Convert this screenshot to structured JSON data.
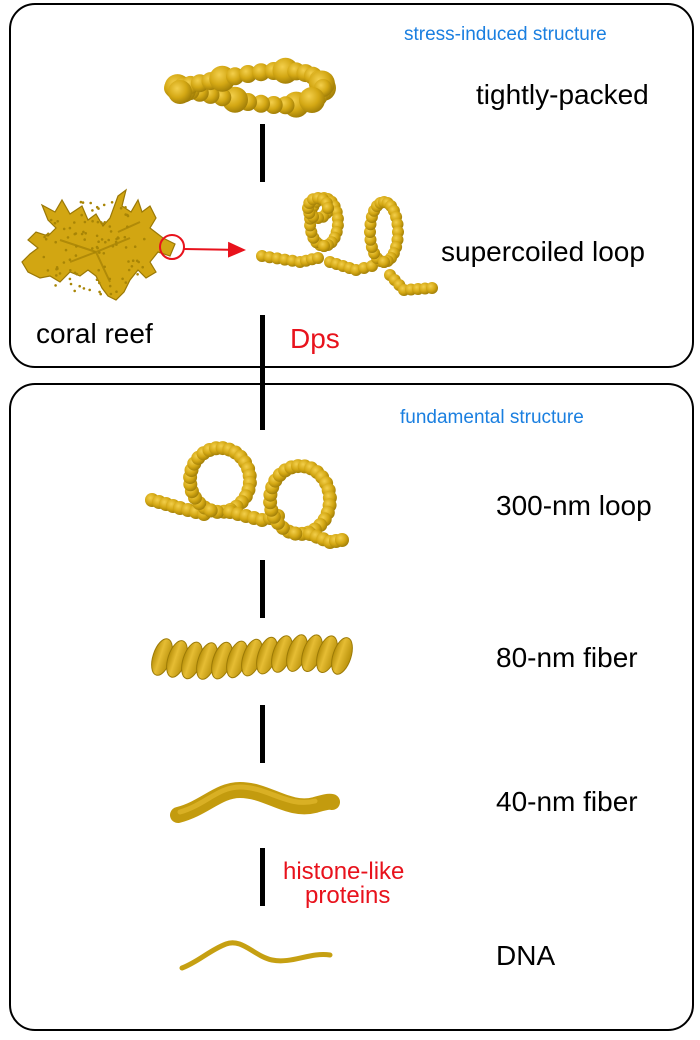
{
  "top_panel": {
    "title": "stress-induced structure",
    "stages": {
      "tightly_packed": "tightly-packed",
      "supercoiled_loop": "supercoiled loop"
    },
    "coral_reef_label": "coral reef",
    "dps_label": "Dps"
  },
  "bottom_panel": {
    "title": "fundamental structure",
    "stages": {
      "loop_300nm": "300-nm loop",
      "fiber_80nm": "80-nm fiber",
      "fiber_40nm": "40-nm fiber",
      "dna": "DNA"
    },
    "histone_label_line1": "histone-like",
    "histone_label_line2": "proteins"
  },
  "colors": {
    "structure_gold": "#d4a814",
    "structure_shadow": "#a98408",
    "connector": "#000000",
    "title_blue": "#1a7fe0",
    "annotation_red": "#e8121c"
  }
}
